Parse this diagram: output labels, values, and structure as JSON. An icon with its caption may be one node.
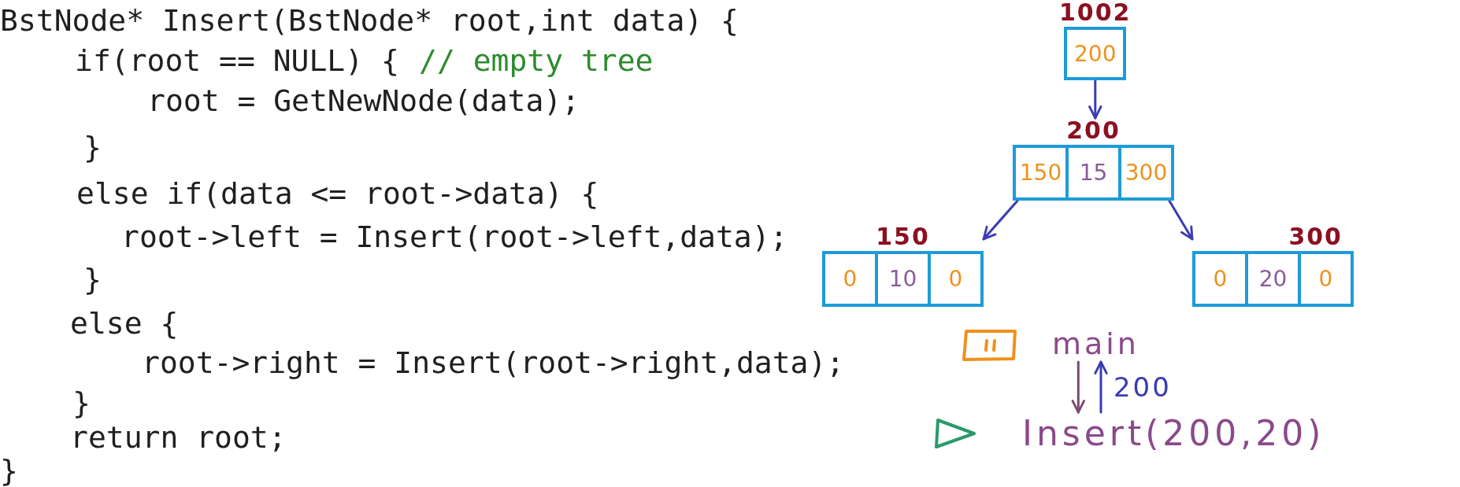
{
  "diagram": {
    "nodes": [
      {
        "text": [
          "200"
        ],
        "beside": [
          "1002"
        ]
      },
      {
        "text": [
          "150",
          "15",
          "300"
        ],
        "beside": [
          "200"
        ]
      },
      {
        "text": [
          "0",
          "10",
          "0"
        ],
        "beside": [
          "150"
        ]
      },
      {
        "text": [
          "0",
          "20",
          "0"
        ],
        "beside": [
          "300"
        ]
      },
      {
        "text": [
          "main"
        ]
      },
      {
        "text": [
          "Insert(200,20)"
        ]
      }
    ],
    "edges": [
      {
        "from": 0,
        "to": 1,
        "arrow": "to"
      },
      {
        "from": 1,
        "to": 2,
        "arrow": "to"
      },
      {
        "from": 1,
        "to": 3,
        "arrow": "to"
      },
      {
        "from": 4,
        "to": 5,
        "arrow": "to",
        "color": "#7b4a6e"
      },
      {
        "from": 5,
        "to": 4,
        "arrow": "to",
        "label": "200"
      }
    ],
    "labels": [
      "BstNode* Insert(BstNode* root,int data) {",
      "if(root == NULL) {",
      "// empty tree",
      "root = GetNewNode(data);",
      "}",
      "else if(data <= root->data) {",
      "root->left = Insert(root->left,data);",
      "}",
      "else {",
      "root->right = Insert(root->right,data);",
      "}",
      "return root;",
      "}"
    ]
  }
}
